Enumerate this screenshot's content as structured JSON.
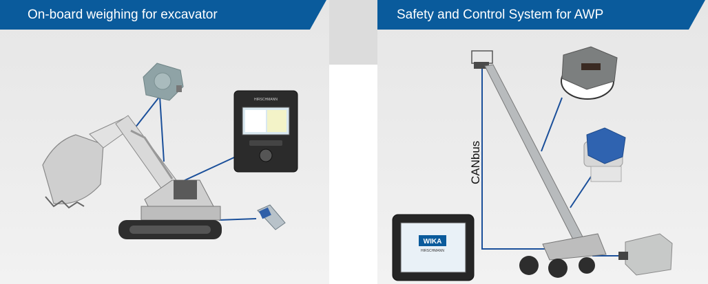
{
  "left_panel": {
    "title": "On-board weighing for excavator",
    "display_brand": "HIRSCHMANN"
  },
  "right_panel": {
    "title": "Safety and Control System for AWP",
    "bus_label": "CANbus",
    "display_logo": "WIKA",
    "display_sub": "HIRSCHMANN"
  },
  "colors": {
    "header": "#0a5b9c",
    "cable": "#1a4f9a",
    "panel_bg": "#e9e9e9"
  }
}
